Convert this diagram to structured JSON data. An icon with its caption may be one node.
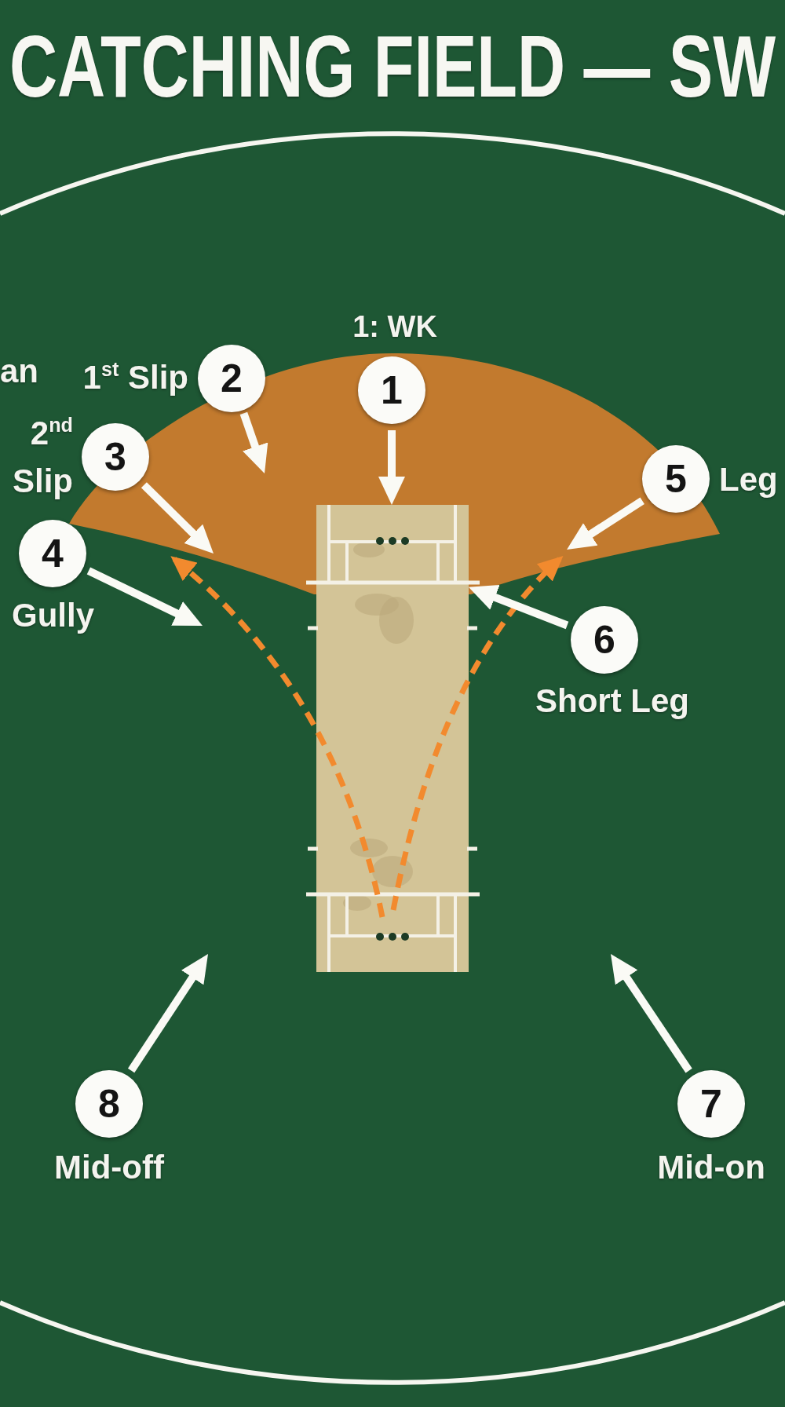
{
  "diagram": {
    "title": "CATCHING FIELD — SW",
    "nodes": [
      {
        "text": [
          "1"
        ],
        "beside": [
          "1: WK"
        ]
      },
      {
        "text": [
          "2"
        ],
        "beside": [
          "1$^{st}$ Slip"
        ]
      },
      {
        "text": [
          "3"
        ],
        "beside": [
          "2$^{nd}$ Slip"
        ]
      },
      {
        "text": [
          "4"
        ],
        "beside": [
          "Gully"
        ]
      },
      {
        "text": [
          "5"
        ],
        "beside": [
          "Leg"
        ]
      },
      {
        "text": [
          "6"
        ],
        "beside": [
          "Short Leg"
        ]
      },
      {
        "text": [
          "7"
        ],
        "beside": [
          "Mid-on"
        ]
      },
      {
        "text": [
          "8"
        ],
        "beside": [
          "Mid-off"
        ]
      },
      {
        "text": [],
        "shape": "picture"
      }
    ],
    "edges": [
      {
        "from": 0,
        "to": 8,
        "arrow": "to"
      },
      {
        "from": 1,
        "to": null,
        "arrow": "to"
      },
      {
        "from": 2,
        "to": null,
        "arrow": "to"
      },
      {
        "from": 3,
        "to": null,
        "arrow": "to"
      },
      {
        "from": 4,
        "to": null,
        "arrow": "to"
      },
      {
        "from": 5,
        "to": 8,
        "arrow": "to"
      },
      {
        "from": 6,
        "to": null,
        "arrow": "to"
      },
      {
        "from": 7,
        "to": null,
        "arrow": "to"
      }
    ],
    "labels": [
      "an"
    ]
  }
}
